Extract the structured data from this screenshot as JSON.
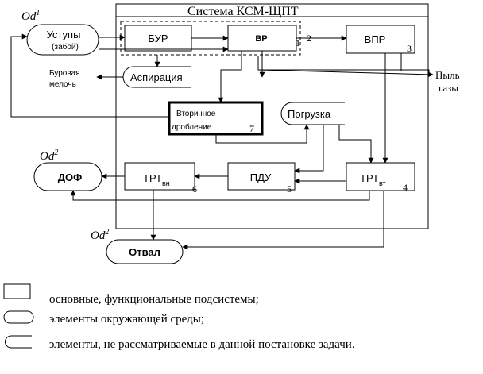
{
  "system": {
    "title": "Система  КСМ-ЩПТ"
  },
  "env": {
    "ustupy": {
      "line1": "Уступы",
      "line2": "(забой)",
      "label": "Od",
      "sup": "1"
    },
    "dof": {
      "label": "ДОФ",
      "od": "Od",
      "sup": "2"
    },
    "otval": {
      "label": "Отвал",
      "od": "Od",
      "sup": "2"
    }
  },
  "partial": {
    "aspiration": "Аспирация",
    "loading": "Погрузка"
  },
  "blocks": {
    "bur": {
      "label": "БУР"
    },
    "vr": {
      "label": "ВР",
      "num": "1"
    },
    "vpr": {
      "label": "ВПР",
      "num": "3"
    },
    "vd": {
      "line1": "Вторичное",
      "line2": "дробление",
      "num": "7"
    },
    "pdu": {
      "label": "ПДУ",
      "num": "5"
    },
    "trt_vn": {
      "label": "ТРТ",
      "sub": "вн",
      "num": "6"
    },
    "trt_vt": {
      "label": "ТРТ",
      "sub": "вт",
      "num": "4"
    }
  },
  "labels": {
    "num2": "2",
    "dust_line1": "Пыль",
    "dust_line2": "газы",
    "drill_line1": "Буровая",
    "drill_line2": "мелочь"
  },
  "legend": [
    {
      "shape": "rect",
      "text": "основные,  функциональные  подсистемы;"
    },
    {
      "shape": "pill",
      "text": "элементы окружающей среды;"
    },
    {
      "shape": "open",
      "text": "элементы, не рассматриваемые в данной постановке задачи."
    }
  ]
}
